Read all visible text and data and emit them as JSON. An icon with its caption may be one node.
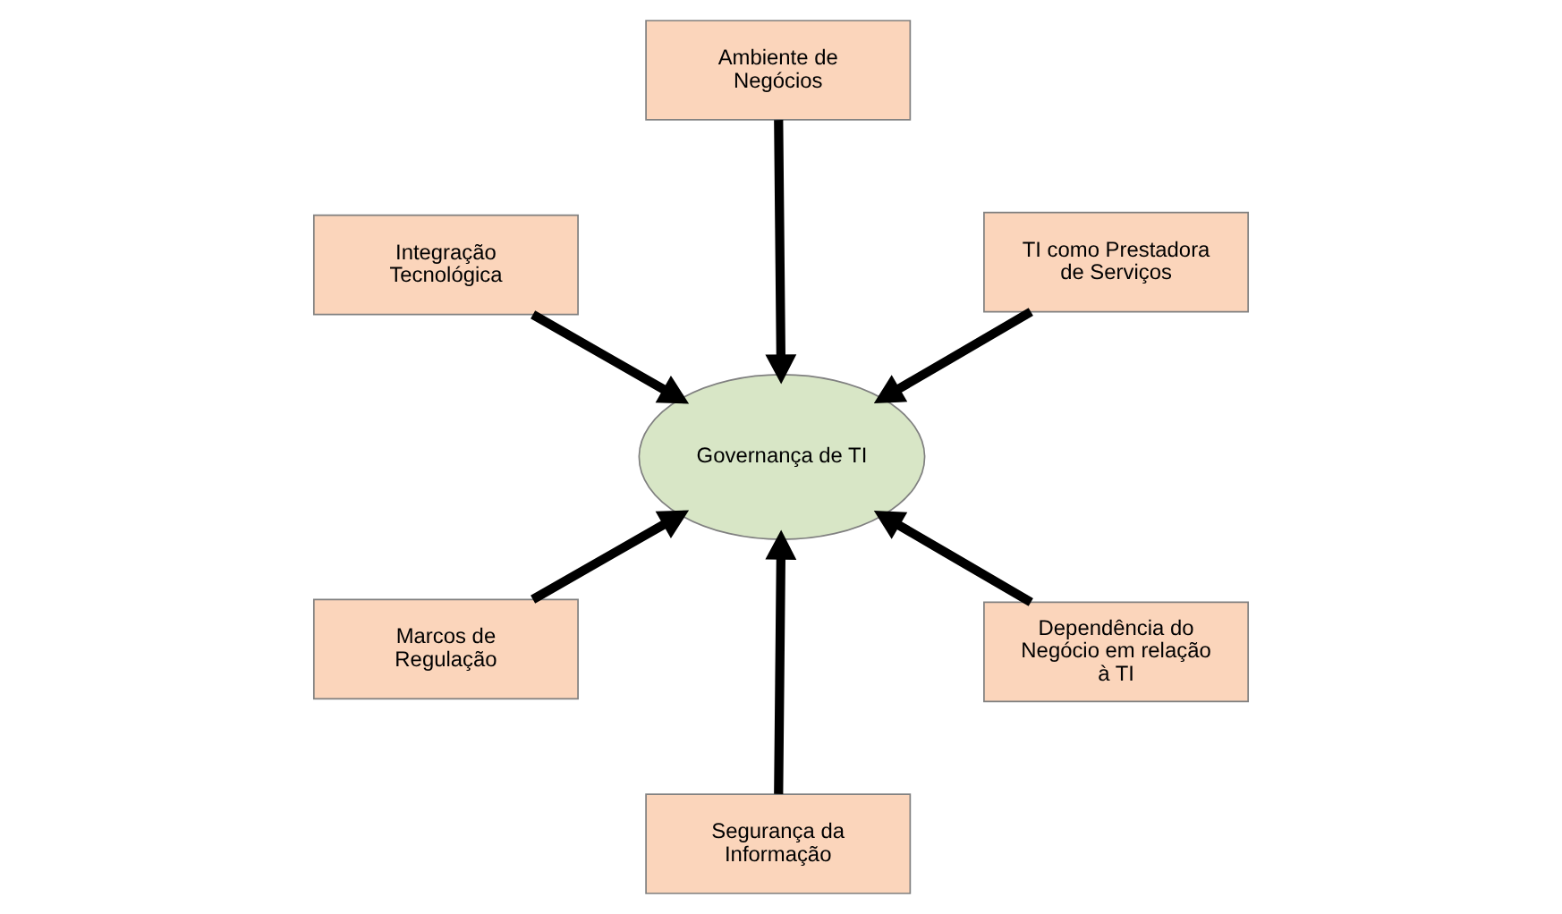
{
  "diagram": {
    "nodes": [
      {
        "text": [
          "Governança de TI"
        ]
      },
      {
        "text": [
          "TI como Prestadora de Serviços"
        ]
      },
      {
        "text": [
          "Ambiente de Negócios"
        ]
      },
      {
        "text": [
          "Integração Tecnológica"
        ]
      },
      {
        "text": [
          "Marcos de Regulação"
        ]
      },
      {
        "text": [
          "Segurança da Informação"
        ]
      },
      {
        "text": [
          "Dependência do Negócio em relação à TI"
        ]
      }
    ],
    "edges": [
      {
        "from": 1,
        "to": 0,
        "arrow": "to"
      },
      {
        "from": 2,
        "to": 0,
        "arrow": "to"
      },
      {
        "from": 3,
        "to": 0,
        "arrow": "to"
      },
      {
        "from": 4,
        "to": 0,
        "arrow": "to"
      },
      {
        "from": 5,
        "to": 0,
        "arrow": "to"
      },
      {
        "from": 6,
        "to": 0,
        "arrow": "to"
      }
    ]
  }
}
